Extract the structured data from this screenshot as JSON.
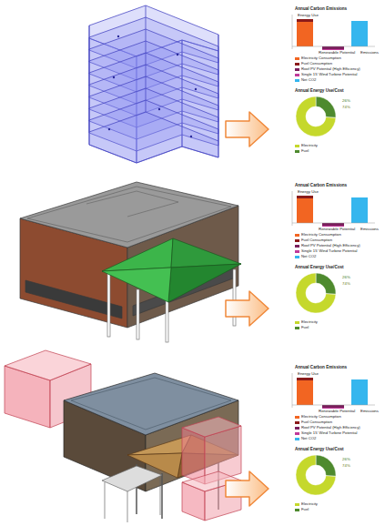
{
  "diagram": {
    "nodes": [
      {
        "text": [
          "Annual Carbon Emissions",
          "Energy Use",
          "Renewable Potential",
          "Emissions"
        ]
      },
      {
        "text": [
          "Annual Energy Use/Cost",
          "26%",
          "74%"
        ]
      },
      {
        "text": [
          "Annual Carbon Emissions",
          "Energy Use",
          "Renewable Potential",
          "Emissions"
        ]
      },
      {
        "text": [
          "Annual Energy Use/Cost",
          "26%",
          "74%"
        ]
      },
      {
        "text": [
          "Annual Carbon Emissions",
          "Energy Use",
          "Renewable Potential",
          "Emissions"
        ]
      },
      {
        "text": [
          "Annual Energy Use/Cost",
          "26%",
          "74%"
        ]
      }
    ],
    "legend": [
      {
        "text": "Electricity Consumption",
        "color": "#f26522"
      },
      {
        "text": "Fuel Consumption",
        "color": "#8b1a1a"
      },
      {
        "text": "Roof PV Potential (High Efficiency)",
        "color": "#7a1f5c"
      },
      {
        "text": "Single 15' Wind Turbine Potential",
        "color": "#c03a9a"
      },
      {
        "text": "Net CO2",
        "color": "#35b6ee"
      },
      {
        "text": "Electricity",
        "color": "#c5d82c"
      },
      {
        "text": "Fuel",
        "color": "#4e8a2e"
      },
      {
        "text": "Electricity Consumption",
        "color": "#f26522"
      },
      {
        "text": "Fuel Consumption",
        "color": "#8b1a1a"
      },
      {
        "text": "Roof PV Potential (High Efficiency)",
        "color": "#7a1f5c"
      },
      {
        "text": "Single 15' Wind Turbine Potential",
        "color": "#c03a9a"
      },
      {
        "text": "Net CO2",
        "color": "#35b6ee"
      },
      {
        "text": "Electricity",
        "color": "#c5d82c"
      },
      {
        "text": "Fuel",
        "color": "#4e8a2e"
      },
      {
        "text": "Electricity Consumption",
        "color": "#f26522"
      },
      {
        "text": "Fuel Consumption",
        "color": "#8b1a1a"
      },
      {
        "text": "Roof PV Potential (High Efficiency)",
        "color": "#7a1f5c"
      },
      {
        "text": "Single 15' Wind Turbine Potential",
        "color": "#c03a9a"
      },
      {
        "text": "Net CO2",
        "color": "#35b6ee"
      },
      {
        "text": "Electricity",
        "color": "#c5d82c"
      },
      {
        "text": "Fuel",
        "color": "#4e8a2e"
      }
    ]
  }
}
